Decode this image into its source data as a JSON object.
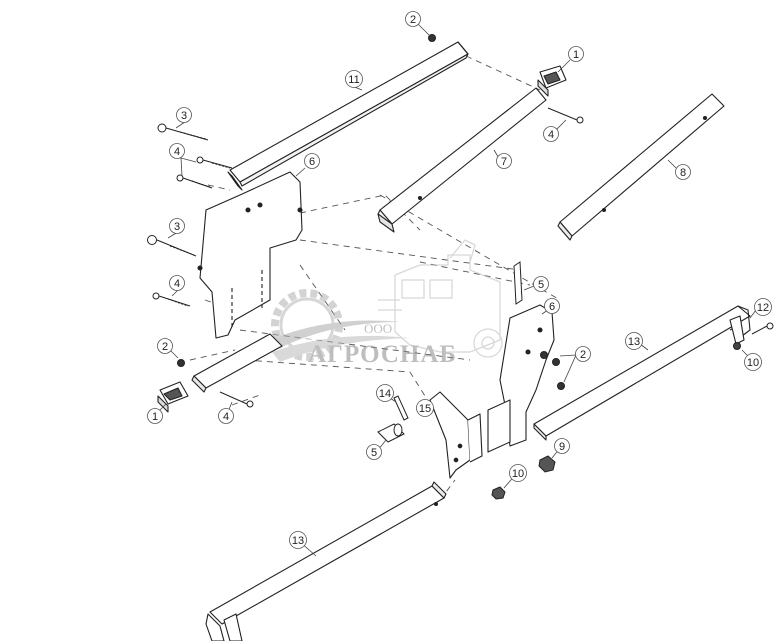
{
  "watermark": {
    "prefix": "ООО",
    "name": "АГРОСНАБ",
    "color": "#9a9a9a"
  },
  "callouts": [
    {
      "id": "c2a",
      "label": "2"
    },
    {
      "id": "c1a",
      "label": "1"
    },
    {
      "id": "c11",
      "label": "11"
    },
    {
      "id": "c3a",
      "label": "3"
    },
    {
      "id": "c4a",
      "label": "4"
    },
    {
      "id": "c6a",
      "label": "6"
    },
    {
      "id": "c7",
      "label": "7"
    },
    {
      "id": "c4b",
      "label": "4"
    },
    {
      "id": "c8",
      "label": "8"
    },
    {
      "id": "c3b",
      "label": "3"
    },
    {
      "id": "c4c",
      "label": "4"
    },
    {
      "id": "c5a",
      "label": "5"
    },
    {
      "id": "c6b",
      "label": "6"
    },
    {
      "id": "c12",
      "label": "12"
    },
    {
      "id": "c13a",
      "label": "13"
    },
    {
      "id": "c2b",
      "label": "2"
    },
    {
      "id": "c10a",
      "label": "10"
    },
    {
      "id": "c2c",
      "label": "2"
    },
    {
      "id": "c14",
      "label": "14"
    },
    {
      "id": "c15",
      "label": "15"
    },
    {
      "id": "c1b",
      "label": "1"
    },
    {
      "id": "c4d",
      "label": "4"
    },
    {
      "id": "c9",
      "label": "9"
    },
    {
      "id": "c5b",
      "label": "5"
    },
    {
      "id": "c10b",
      "label": "10"
    },
    {
      "id": "c13b",
      "label": "13"
    }
  ]
}
